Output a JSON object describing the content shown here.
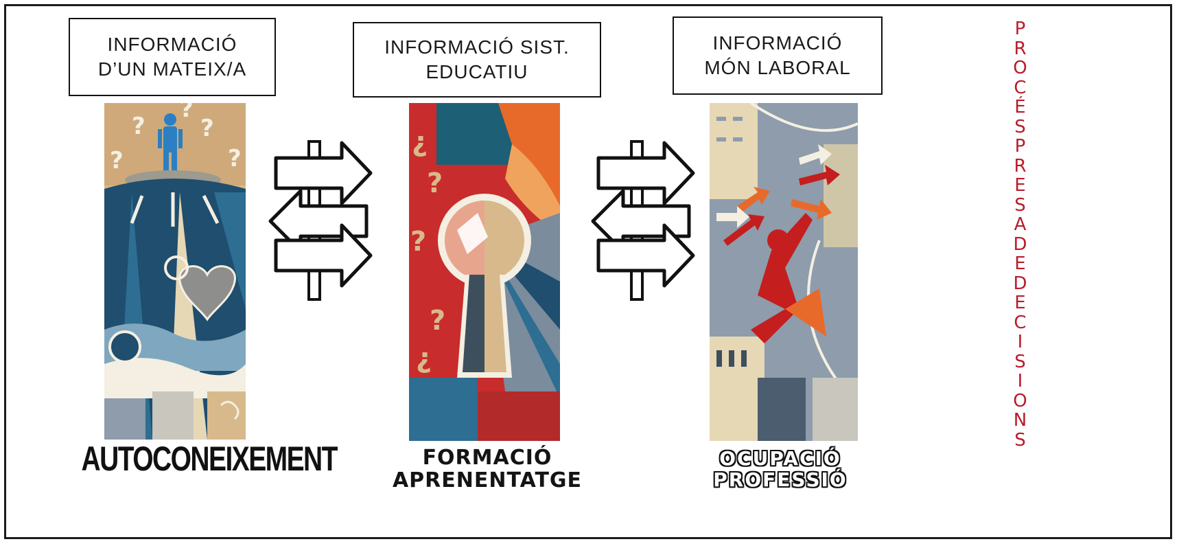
{
  "info_boxes": {
    "self": "INFORMACIÓ\nD’UN MATEIX/A",
    "education": "INFORMACIÓ  SIST.\nEDUCATIU",
    "work": "INFORMACIÓ\nMÓN LABORAL"
  },
  "captions": {
    "self": "AUTOCONEIXEMENT",
    "education": "FORMACIÓ\nAPRENENTATGE",
    "work": "OCUPACIÓ\nPROFESSIÓ"
  },
  "side_title": "PROCÉS PRESA DE DECISIONS",
  "colors": {
    "accent_red": "#b81c2a",
    "frame": "#1b1b1b",
    "navy": "#1f4e6e",
    "tan": "#d8b98b",
    "red": "#c92c2c",
    "orange": "#e86a2b",
    "slate": "#8e9cab"
  },
  "icons": {
    "signpost": "signpost-arrows-icon",
    "person": "person-icon",
    "keyhole": "keyhole-icon",
    "jumping_figure": "jumping-figure-icon"
  }
}
